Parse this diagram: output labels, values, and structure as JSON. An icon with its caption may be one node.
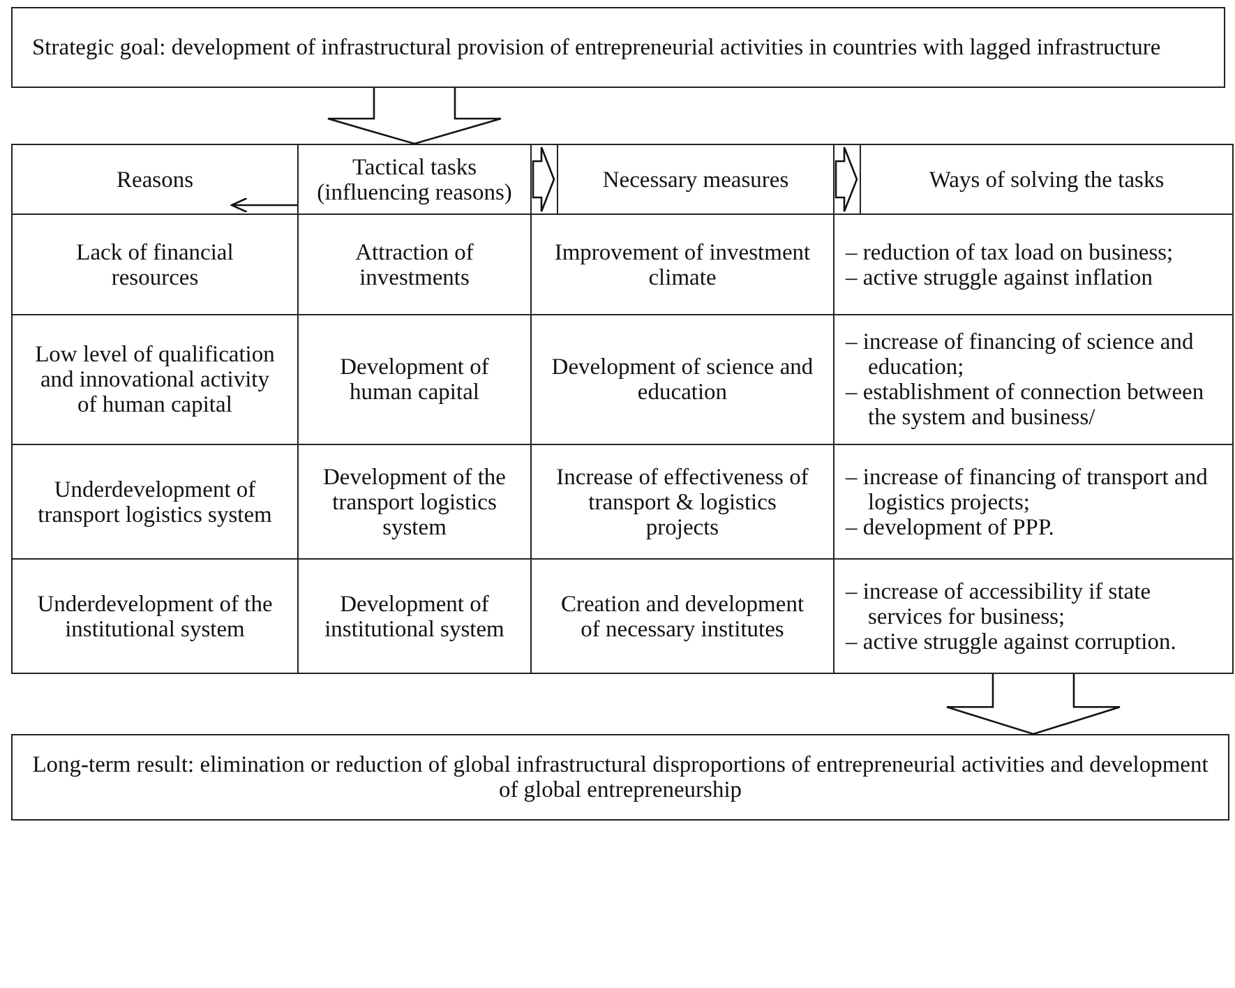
{
  "diagram": {
    "nodes": [
      {
        "text": [
          "Strategic goal: development of infrastructural provision of entrepreneurial activities in countries with lagged infrastructure"
        ]
      },
      {
        "text": [
          "Reasons"
        ]
      },
      {
        "text": [
          "Tactical tasks (influencing reasons)"
        ]
      },
      {
        "text": [
          "Necessary measures"
        ]
      },
      {
        "text": [
          "Ways of solving the tasks"
        ]
      },
      {
        "text": [
          "Lack of financial resources"
        ]
      },
      {
        "text": [
          "Attraction of investments"
        ]
      },
      {
        "text": [
          "Improvement of investment climate"
        ]
      },
      {
        "text": [
          "– reduction of tax load on business;",
          "– active struggle against inflation"
        ]
      },
      {
        "text": [
          "Low level of qualification and innovational activity of human capital"
        ]
      },
      {
        "text": [
          "Development of human capital"
        ]
      },
      {
        "text": [
          "Development of science and education"
        ]
      },
      {
        "text": [
          "– increase of financing of science and education;",
          "– establishment of connection between the system and business/"
        ]
      },
      {
        "text": [
          "Underdevelopment of transport logistics system"
        ]
      },
      {
        "text": [
          "Development of the transport logistics system"
        ]
      },
      {
        "text": [
          "Increase of effectiveness of transport & logistics projects"
        ]
      },
      {
        "text": [
          "– increase of financing of transport and logistics projects;",
          "– development of PPP."
        ]
      },
      {
        "text": [
          "Underdevelopment of the institutional system"
        ]
      },
      {
        "text": [
          "Development of institutional system"
        ]
      },
      {
        "text": [
          "Creation and development of necessary institutes"
        ]
      },
      {
        "text": [
          "– increase of accessibility if state services for business;",
          "– active struggle against corruption."
        ]
      },
      {
        "text": [
          "Long-term result: elimination or reduction of global infrastructural disproportions of entrepreneurial activities and development of global entrepreneurship"
        ]
      }
    ],
    "edges": [
      {
        "from": 0,
        "to": 2,
        "arrow": "to",
        "style": "thick"
      },
      {
        "from": 2,
        "to": 1,
        "arrow": "to"
      },
      {
        "from": 2,
        "to": 3,
        "arrow": "to",
        "style": "thick"
      },
      {
        "from": 3,
        "to": 4,
        "arrow": "to",
        "style": "thick"
      },
      {
        "from": 20,
        "to": 21,
        "arrow": "to",
        "style": "thick"
      }
    ]
  }
}
